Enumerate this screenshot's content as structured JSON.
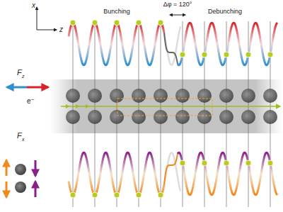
{
  "diagram": {
    "labels": [
      "x",
      "z",
      "Bunching",
      "Δφ = 120°",
      "Debunching",
      "F",
      "z",
      "e⁻",
      "F",
      "x"
    ]
  }
}
